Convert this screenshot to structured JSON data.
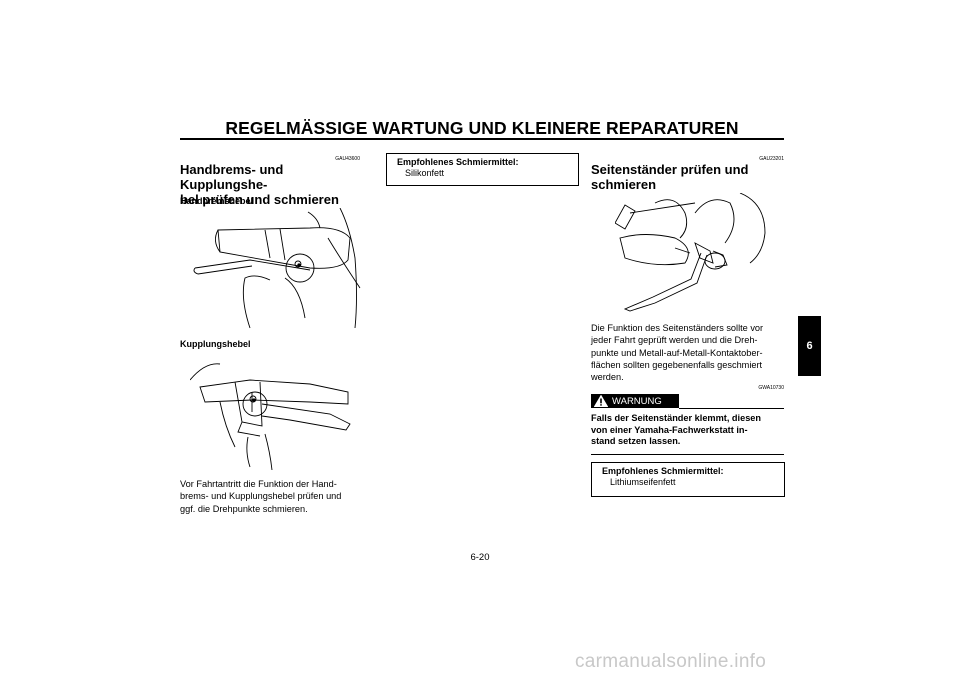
{
  "header": {
    "title": "REGELMÄSSIGE WARTUNG UND KLEINERE REPARATUREN"
  },
  "left": {
    "code": "GAU43600",
    "heading": "Handbrems- und Kupplungshe-\nbel prüfen und schmieren",
    "heading_line1": "Handbrems- und Kupplungshe-",
    "heading_line2": "bel prüfen und schmieren",
    "sub1": "Handbremshebel",
    "sub2": "Kupplungshebel",
    "body_lines": [
      "Vor Fahrtantritt die Funktion der Hand-",
      "brems- und Kupplungshebel prüfen und",
      "ggf. die Drehpunkte schmieren."
    ]
  },
  "middle": {
    "box": {
      "label": "Empfohlenes Schmiermittel:",
      "value": "Silikonfett"
    }
  },
  "right": {
    "code": "GAU23201",
    "heading_line1": "Seitenständer prüfen und",
    "heading_line2": "schmieren",
    "body_lines": [
      "Die Funktion des Seitenständers sollte vor",
      "jeder Fahrt geprüft werden und die Dreh-",
      "punkte und Metall-auf-Metall-Kontaktober-",
      "flächen sollten gegebenenfalls geschmiert",
      "werden."
    ],
    "warning_code": "GWA10730",
    "warning_label": "WARNUNG",
    "warning_lines": [
      "Falls der Seitenständer klemmt, diesen",
      "von einer Yamaha-Fachwerkstatt in-",
      "stand setzen lassen."
    ],
    "box": {
      "label": "Empfohlenes Schmiermittel:",
      "value": "Lithiumseifenfett"
    }
  },
  "tab": {
    "label": "6"
  },
  "footer": {
    "page": "6-20"
  },
  "watermark": "carmanualsonline.info"
}
